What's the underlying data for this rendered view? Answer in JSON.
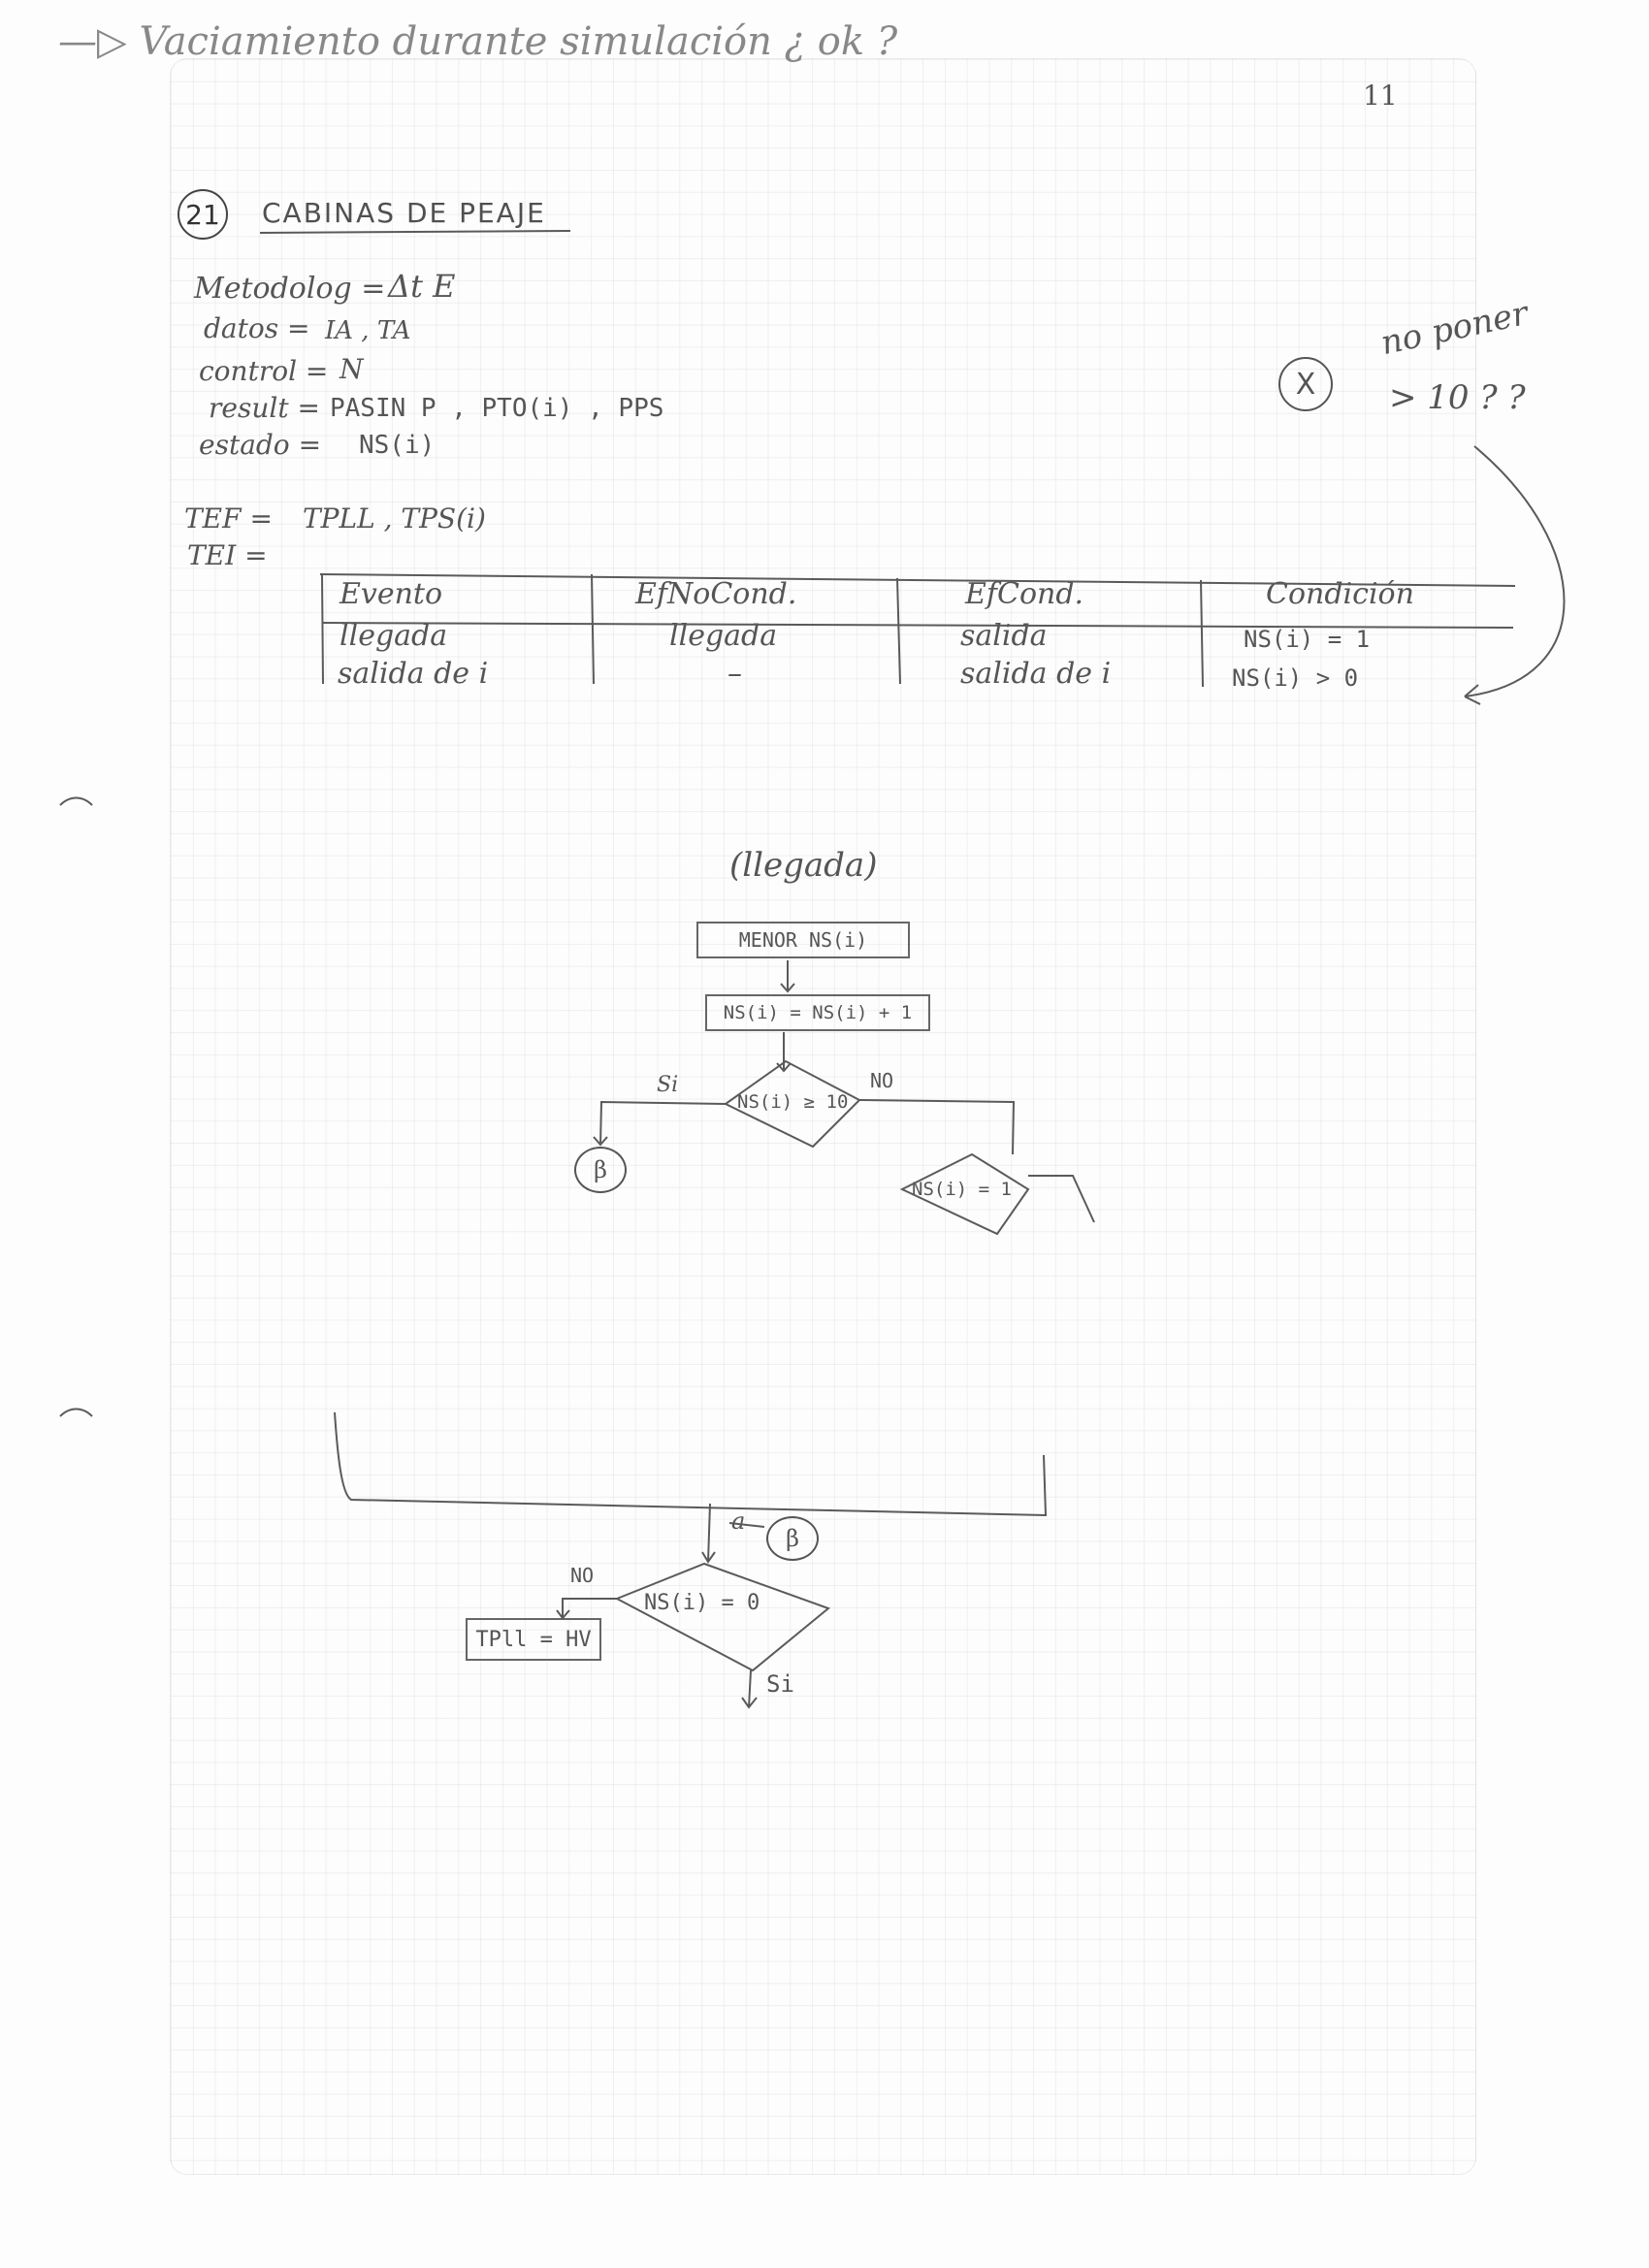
{
  "top_note": {
    "text": "—▷ Vaciamiento durante simulación ¿ ok ?",
    "page_number": "11"
  },
  "exercise": {
    "number": "21",
    "title": "CABINAS DE PEAJE"
  },
  "definitions": [
    {
      "label": "Metodolog =",
      "value": "Δt E"
    },
    {
      "label": "datos =",
      "value": "IA , TA"
    },
    {
      "label": "control =",
      "value": "N"
    },
    {
      "label": "result =",
      "value": "PASIN P , PTO(i) , PPS"
    },
    {
      "label": "estado =",
      "value": "NS(i)"
    }
  ],
  "tef": {
    "label": "TEF =",
    "value": "TPLL , TPS(i)"
  },
  "tei": {
    "label": "TEI ="
  },
  "side_note": {
    "marker": "X",
    "line1": "no poner",
    "line2": "> 10 ? ?"
  },
  "event_table": {
    "headers": [
      "Evento",
      "EfNoCond.",
      "EfCond.",
      "Condición"
    ],
    "rows": [
      [
        "llegada",
        "llegada",
        "salida",
        "NS(i) = 1"
      ],
      [
        "salida de i",
        "–",
        "salida de i",
        "NS(i) > 0"
      ]
    ]
  },
  "flowchart_llegada": {
    "title": "(llegada)",
    "step1": "MENOR NS(i)",
    "step2": "NS(i) = NS(i) + 1",
    "decision1": "NS(i) ≥ 10",
    "yes_label": "Si",
    "no_label": "NO",
    "connector": "β",
    "decision2": "NS(i) = 1"
  },
  "flowchart_bottom": {
    "connector_label": "a",
    "connector": "β",
    "decision": "NS(i) = 0",
    "no_label": "NO",
    "yes_label": "Si",
    "action": "TPll = HV"
  }
}
